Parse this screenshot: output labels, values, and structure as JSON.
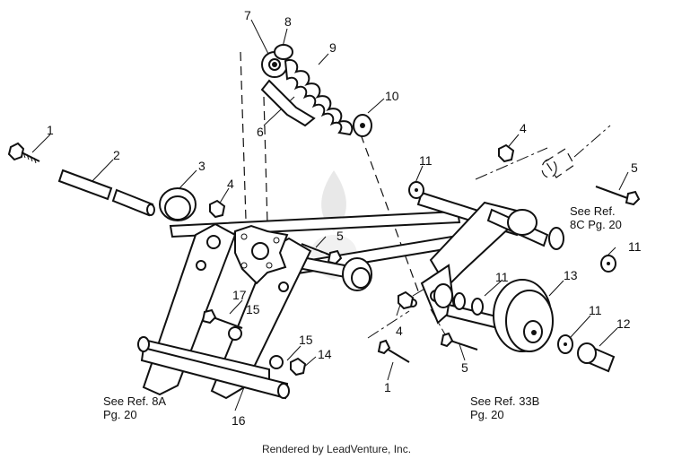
{
  "callouts": {
    "c1a": "1",
    "c2": "2",
    "c3": "3",
    "c4a": "4",
    "c4b": "4",
    "c4c": "4",
    "c5a": "5",
    "c5b": "5",
    "c5c": "5",
    "c6": "6",
    "c7": "7",
    "c8": "8",
    "c9": "9",
    "c10": "10",
    "c11a": "11",
    "c11b": "11",
    "c11c": "11",
    "c11d": "11",
    "c12": "12",
    "c13": "13",
    "c14": "14",
    "c15a": "15",
    "c15b": "15",
    "c16": "16",
    "c17": "17",
    "c1b": "1"
  },
  "references": {
    "ref_8c_line1": "See Ref.",
    "ref_8c_line2": "8C Pg. 20",
    "ref_8a_line1": "See Ref. 8A",
    "ref_8a_line2": "Pg. 20",
    "ref_33b_line1": "See Ref. 33B",
    "ref_33b_line2": "Pg. 20"
  },
  "footer": "Rendered by LeadVenture, Inc."
}
